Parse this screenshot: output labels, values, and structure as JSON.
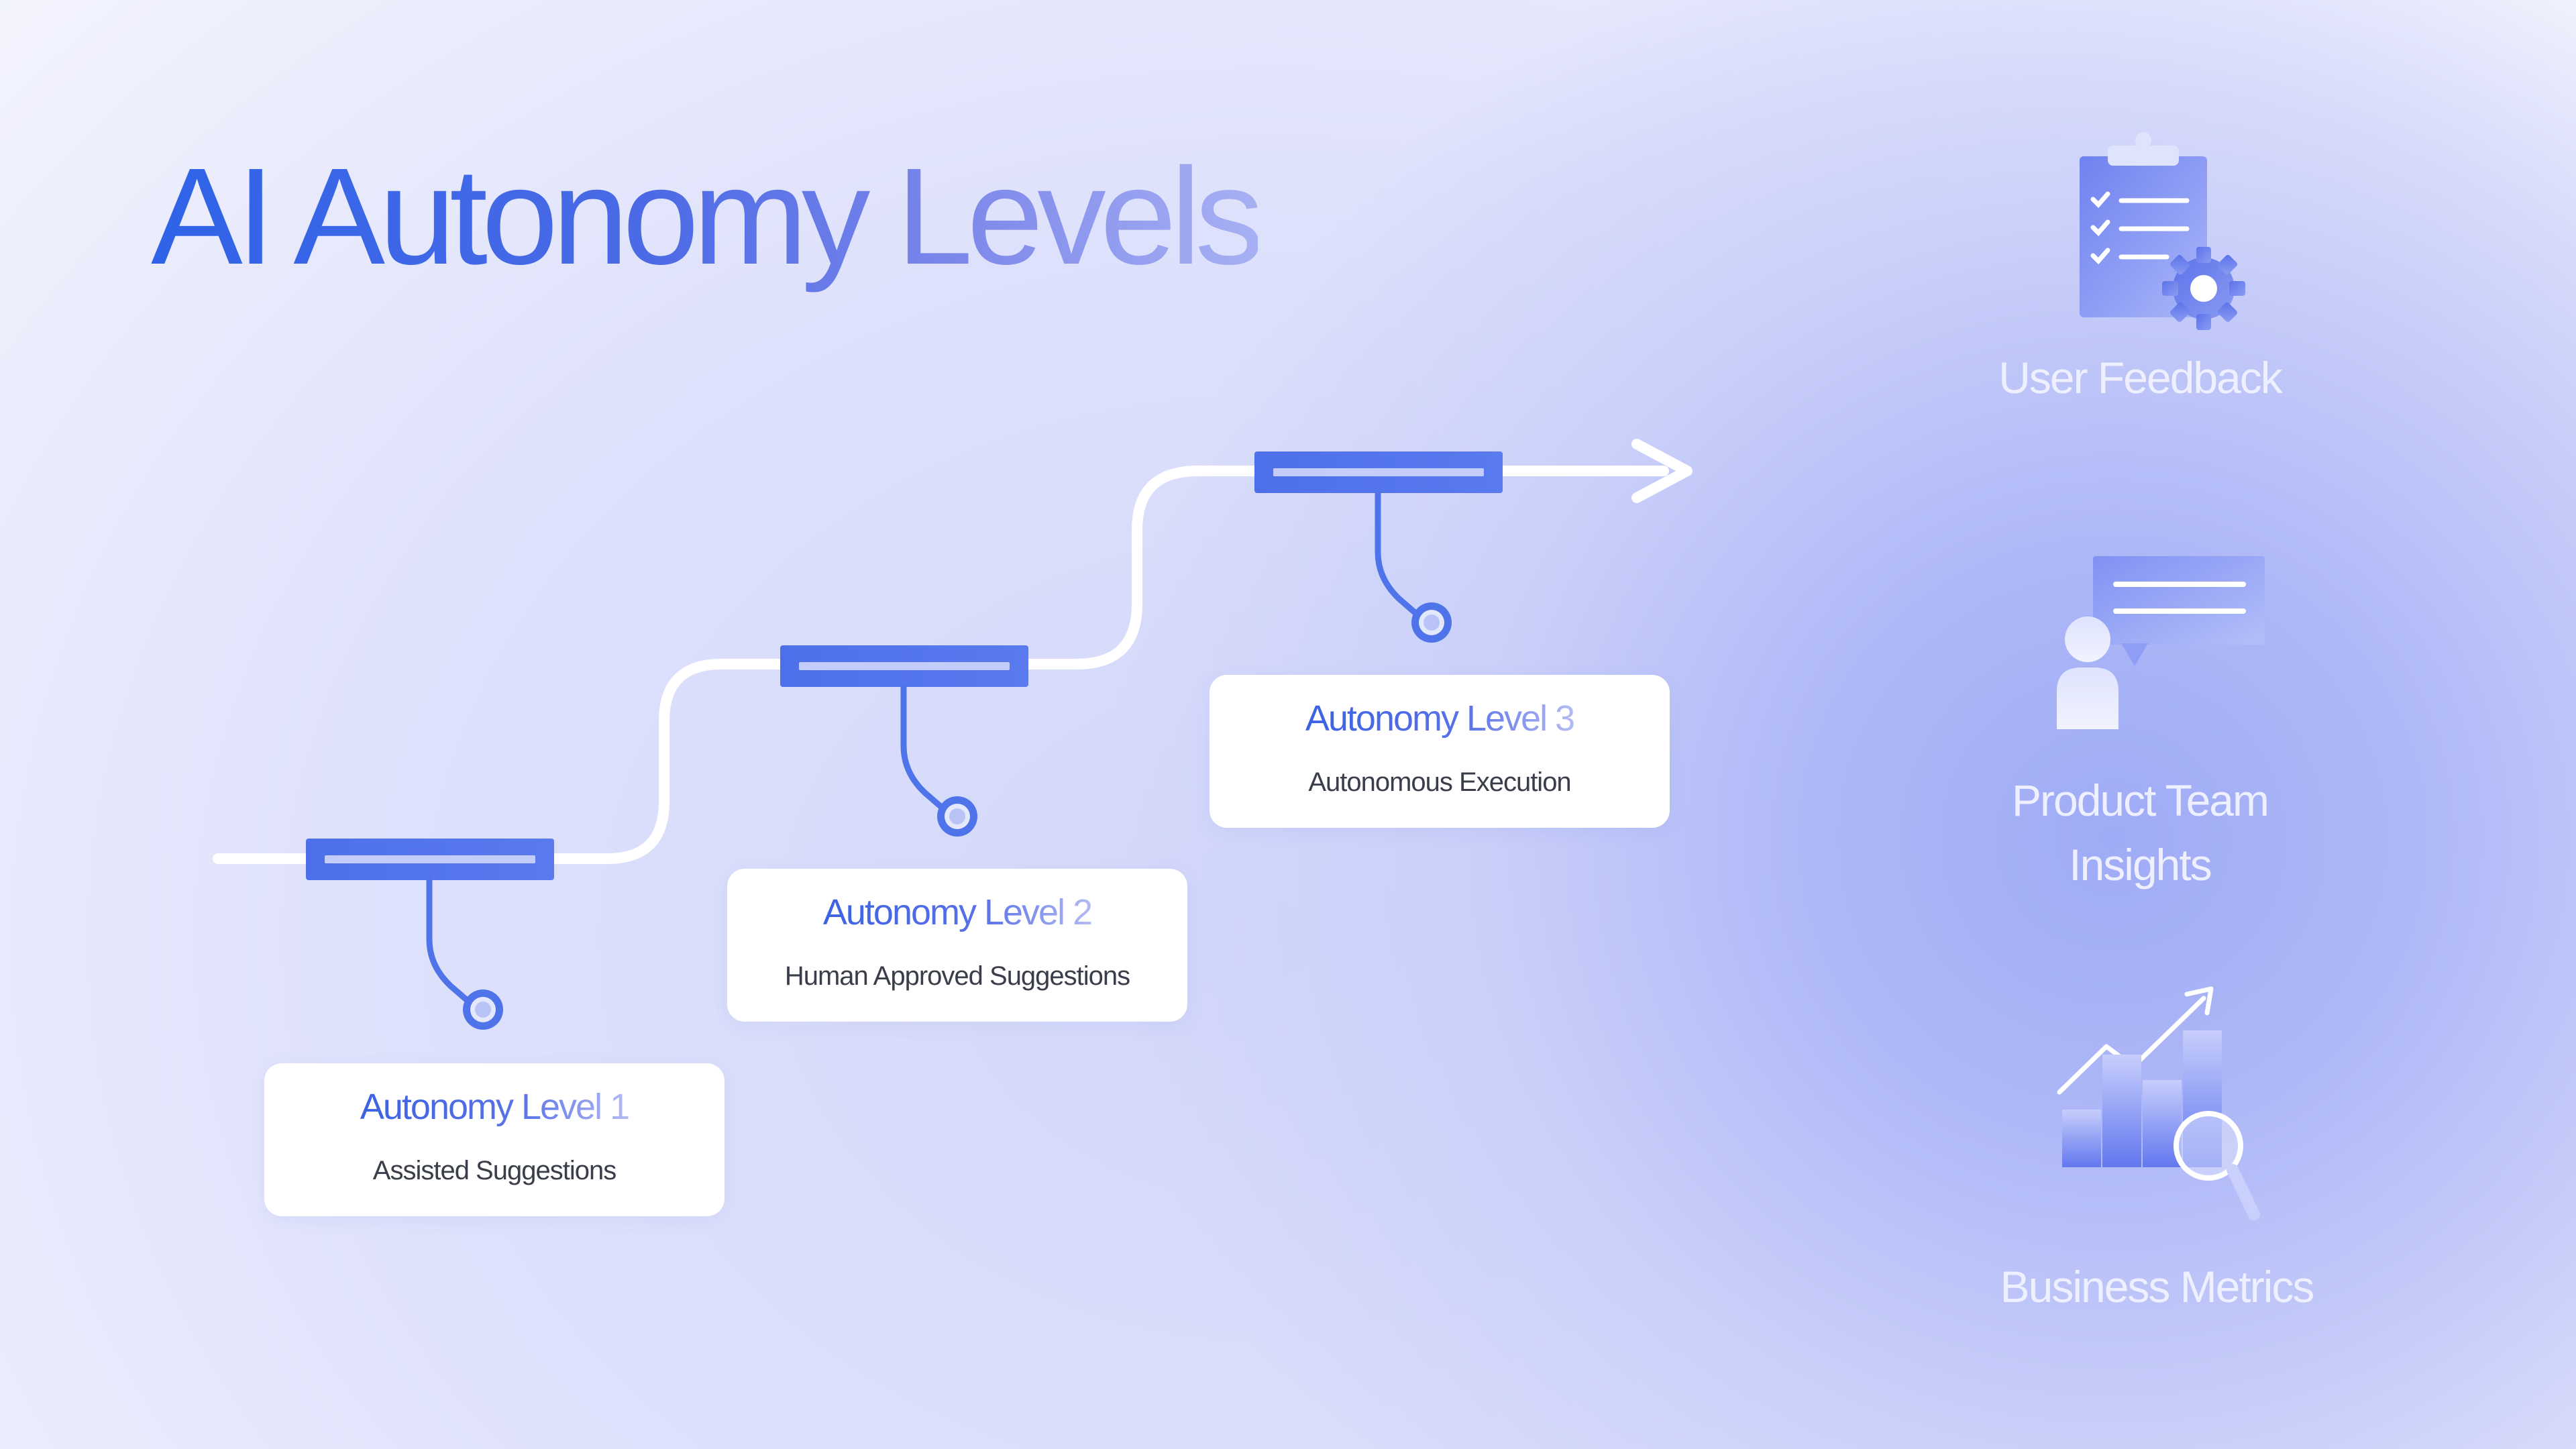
{
  "title": {
    "part1": "AI Autonomy ",
    "part2": "Levels"
  },
  "levels": [
    {
      "title": "Autonomy Level 1",
      "subtitle": "Assisted Suggestions"
    },
    {
      "title": "Autonomy Level 2",
      "subtitle": "Human Approved Suggestions"
    },
    {
      "title": "Autonomy Level 3",
      "subtitle": "Autonomous Execution"
    }
  ],
  "inputs": [
    {
      "label": "User Feedback",
      "icon": "clipboard-gear-icon"
    },
    {
      "label_line1": "Product Team",
      "label_line2": "Insights",
      "icon": "person-chat-icon"
    },
    {
      "label": "Business Metrics",
      "icon": "bar-chart-magnifier-icon"
    }
  ],
  "colors": {
    "primary": "#4f74ea",
    "path": "#ffffff",
    "card": "#ffffff",
    "title_start": "#2f63e8",
    "title_end": "#a7b0f3"
  }
}
